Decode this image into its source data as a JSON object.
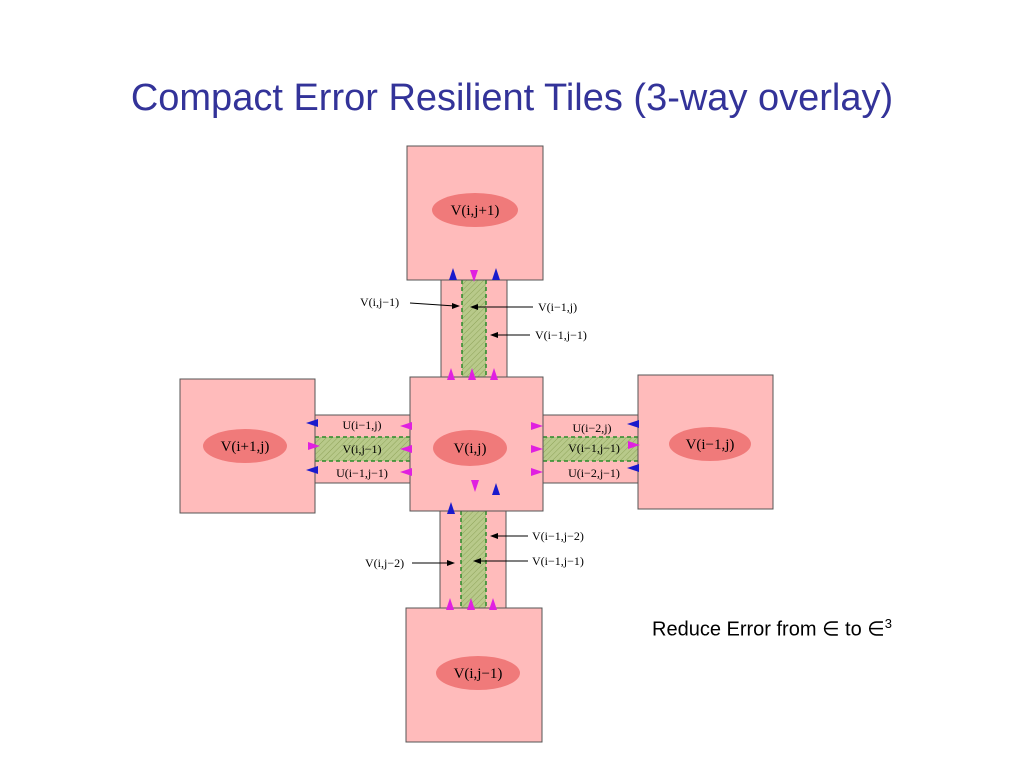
{
  "slide": {
    "title": "Compact Error Resilient Tiles (3-way overlay)",
    "note_prefix": "Reduce Error from",
    "note_from": "∈",
    "note_mid": "to",
    "note_to": "∈",
    "note_exp": "3"
  },
  "colors": {
    "title": "#333399",
    "tile_fill": "#ffbbbb",
    "ellipse_fill": "#f07a7a",
    "overlay_fill": "#b8c98a",
    "dash": "#2a8a2a",
    "arrow_blue": "#1a1acc",
    "arrow_magenta": "#e020e0"
  },
  "diagram": {
    "tiles": {
      "top": "V(i,j+1)",
      "center": "V(i,j)",
      "left": "V(i+1,j)",
      "right": "V(i−1,j)",
      "bottom": "V(i,j−1)"
    },
    "top_connector": {
      "left_label": "V(i,j−1)",
      "right_label_1": "V(i−1,j)",
      "right_label_2": "V(i−1,j−1)"
    },
    "left_connector": {
      "row_1": "U(i−1,j)",
      "row_2": "V(i,j−1)",
      "row_3": "U(i−1,j−1)"
    },
    "right_connector": {
      "row_1": "U(i−2,j)",
      "row_2": "V(i−1,j−1)",
      "row_3": "U(i−2,j−1)"
    },
    "bottom_connector": {
      "left_label": "V(i,j−2)",
      "right_label_1": "V(i−1,j−2)",
      "right_label_2": "V(i−1,j−1)"
    }
  }
}
